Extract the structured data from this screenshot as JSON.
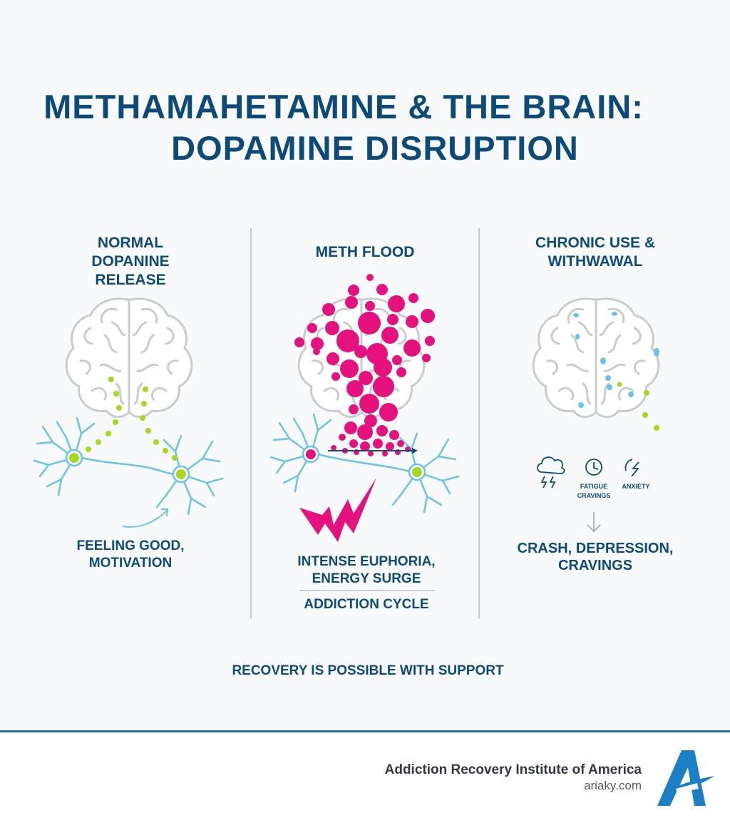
{
  "title": {
    "line1": "METHAMAHETAMINE & THE BRAIN:",
    "line2": "DOPAMINE DISRUPTION"
  },
  "columns": [
    {
      "heading": [
        "NORMAL",
        "DOPANINE",
        "RELEASE"
      ],
      "caption": [
        "FEELING GOOD,",
        "MOTIVATION"
      ]
    },
    {
      "heading": [
        "METH FLOOD"
      ],
      "caption": [
        "INTENSE EUPHORIA,",
        "ENERGY SURGE"
      ],
      "subcaption": "ADDICTION CYCLE"
    },
    {
      "heading": [
        "CHRONIC USE &",
        "WITHWAWAL"
      ],
      "icons": [
        {
          "name": "storm-cloud-icon",
          "label": ""
        },
        {
          "name": "clock-icon",
          "label_lines": [
            "FATIGUE",
            "CRAVINGS"
          ]
        },
        {
          "name": "lightning-icon",
          "label_lines": [
            "ANXIETY"
          ]
        }
      ],
      "caption": [
        "CRASH, DEPRESSION,",
        "CRAVINGS"
      ]
    }
  ],
  "footer_message": "RECOVERY IS POSSIBLE WITH SUPPORT",
  "organization": {
    "name": "Addiction Recovery Institute of America",
    "website": "ariaky.com"
  },
  "colors": {
    "title": "#0e4a78",
    "neuron": "#6cc3e8",
    "dopamine_green": "#a6d81e",
    "meth_pink": "#e5127e",
    "brain_outline": "#c9cbcd",
    "footer_rule": "#1c6aa6",
    "logo_blue": "#1a7fc4"
  }
}
